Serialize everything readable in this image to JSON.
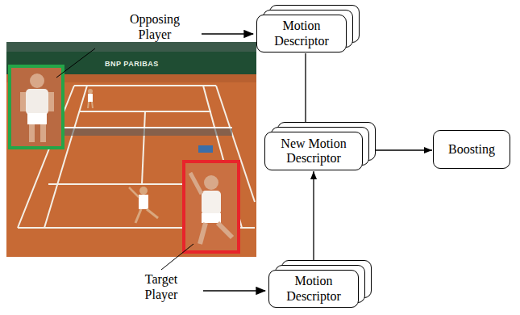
{
  "diagram": {
    "nodes": [
      {
        "text": [
          "Motion Descriptor"
        ]
      },
      {
        "text": [
          "New Motion Descriptor"
        ]
      },
      {
        "text": [
          "Boosting"
        ]
      },
      {
        "text": [
          "Motion Descriptor"
        ]
      }
    ],
    "edges": [
      {
        "from": 0,
        "to": 1,
        "arrow": "to"
      },
      {
        "from": 3,
        "to": 1,
        "arrow": "to"
      },
      {
        "from": 1,
        "to": 2,
        "arrow": "to"
      }
    ],
    "labels": [
      "Opposing Player",
      "Target Player",
      "BNP PARIBAS"
    ]
  }
}
